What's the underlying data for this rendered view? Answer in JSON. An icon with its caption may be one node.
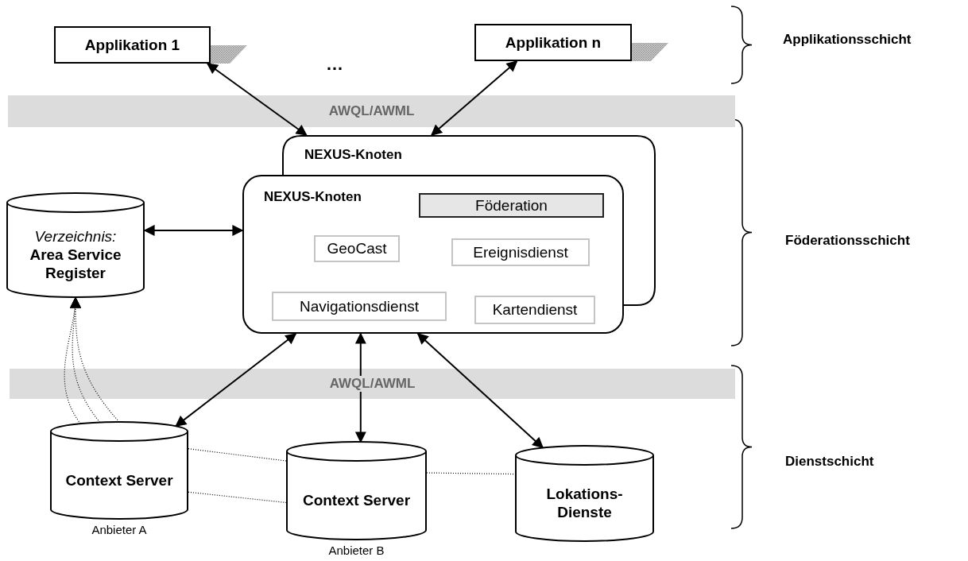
{
  "diagram": {
    "nodes": [
      {
        "text": [
          "Applikation 1"
        ]
      },
      {
        "text": [
          "Applikation n"
        ]
      },
      {
        "text": [
          "NEXUS-Knoten"
        ]
      },
      {
        "text": [
          "NEXUS-Knoten"
        ]
      },
      {
        "text": [
          "Föderation"
        ]
      },
      {
        "text": [
          "GeoCast"
        ]
      },
      {
        "text": [
          "Ereignisdienst"
        ]
      },
      {
        "text": [
          "Navigationsdienst"
        ],
        "in": 3
      },
      {
        "text": [
          "Kartendienst"
        ],
        "in": 3
      },
      {
        "text": [
          "Verzeichnis:",
          "Area Service Register"
        ]
      },
      {
        "text": [
          "Context Server"
        ],
        "beside": [
          "Anbieter A"
        ]
      },
      {
        "text": [
          "Context Server"
        ],
        "beside": [
          "Anbieter B"
        ]
      },
      {
        "text": [
          "Lokations-Dienste"
        ]
      }
    ],
    "edges": [
      {
        "from": 0,
        "to": 2,
        "arrow": "both"
      },
      {
        "from": 1,
        "to": 2,
        "arrow": "both"
      },
      {
        "from": 9,
        "to": 3,
        "arrow": "both"
      },
      {
        "from": 3,
        "to": 10,
        "arrow": "both"
      },
      {
        "from": 3,
        "to": 11,
        "arrow": "both"
      },
      {
        "from": 3,
        "to": 12,
        "arrow": "both"
      },
      {
        "from": 10,
        "to": 9,
        "arrow": "to",
        "style": "dashed"
      },
      {
        "from": 10,
        "to": 9,
        "arrow": "to",
        "style": "dashed"
      },
      {
        "from": 10,
        "to": 9,
        "arrow": "to",
        "style": "dashed"
      },
      {
        "from": 10,
        "to": 11,
        "arrow": "none",
        "style": "dashed"
      },
      {
        "from": 10,
        "to": 11,
        "arrow": "none",
        "style": "dashed"
      },
      {
        "from": 11,
        "to": 12,
        "arrow": "none",
        "style": "dashed"
      }
    ],
    "labels": [
      "…",
      "Applikationsschicht",
      "AWQL/AWML",
      "Föderationsschicht",
      "AWQL/AWML",
      "Dienstschicht"
    ]
  }
}
